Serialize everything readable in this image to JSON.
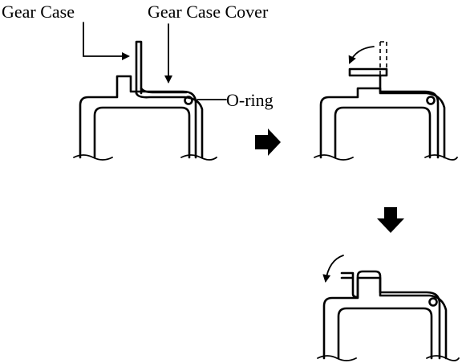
{
  "labels": {
    "gear_case": "Gear Case",
    "gear_case_cover": "Gear Case Cover",
    "o_ring": "O-ring"
  },
  "colors": {
    "ink": "#000000",
    "background": "#ffffff"
  },
  "icons": {
    "step_arrow_right": "right-arrow-icon",
    "step_arrow_down": "down-arrow-icon",
    "rotation_arrow": "curved-arrow-icon"
  }
}
